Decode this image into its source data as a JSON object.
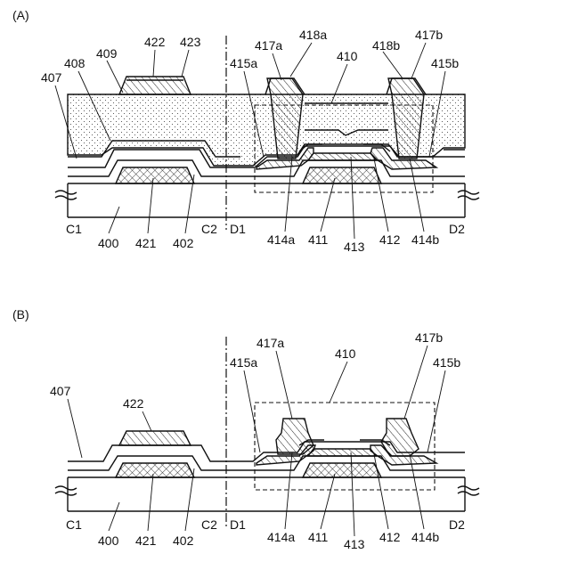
{
  "panels": [
    {
      "id": "A",
      "label": "(A)",
      "labels": {
        "l422": "422",
        "l423": "423",
        "l409": "409",
        "l408": "408",
        "l407": "407",
        "l417a": "417a",
        "l418a": "418a",
        "l410": "410",
        "l418b": "418b",
        "l417b": "417b",
        "l415a": "415a",
        "l415b": "415b",
        "lC1": "C1",
        "l400": "400",
        "l421": "421",
        "l402": "402",
        "lC2": "C2",
        "lD1": "D1",
        "l414a": "414a",
        "l411": "411",
        "l413": "413",
        "l412": "412",
        "l414b": "414b",
        "lD2": "D2"
      }
    },
    {
      "id": "B",
      "label": "(B)",
      "labels": {
        "l407": "407",
        "l422": "422",
        "l417a": "417a",
        "l410": "410",
        "l417b": "417b",
        "l415a": "415a",
        "l415b": "415b",
        "lC1": "C1",
        "l400": "400",
        "l421": "421",
        "l402": "402",
        "lC2": "C2",
        "lD1": "D1",
        "l414a": "414a",
        "l411": "411",
        "l413": "413",
        "l412": "412",
        "l414b": "414b",
        "lD2": "D2"
      }
    }
  ]
}
